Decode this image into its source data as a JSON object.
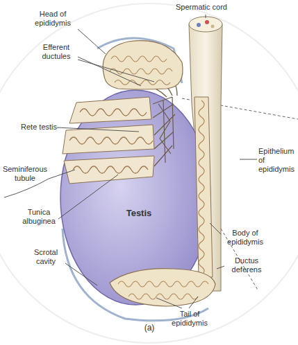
{
  "diagram": {
    "labels": [
      "Spermatic cord",
      "Head of epididymis",
      "Efferent ductules",
      "Rete testis",
      "Seminiferous tubule",
      "Tunica albuginea",
      "Testis",
      "Scrotal cavity",
      "(a)",
      "Epithelium of epididymis",
      "Body of epididymis",
      "Ductus deferens",
      "Tail of epididymis"
    ]
  }
}
